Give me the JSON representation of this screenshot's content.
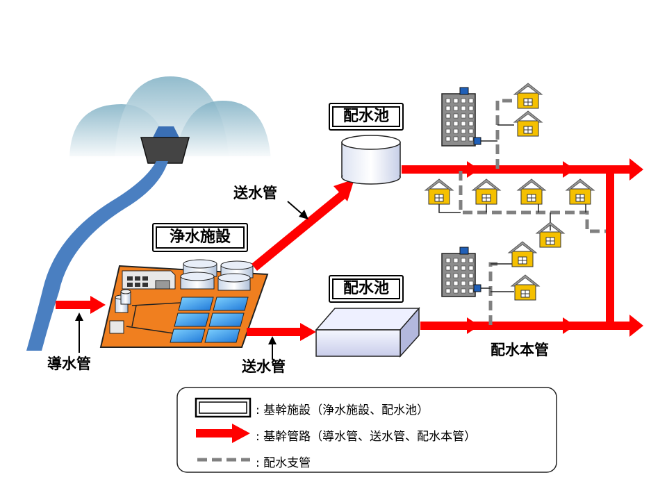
{
  "facilities": {
    "reservoir_top": "配水池",
    "treatment_plant": "浄水施設",
    "reservoir_bottom": "配水池"
  },
  "pipes": {
    "intake_pipe": "導水管",
    "transmission_pipe_upper": "送水管",
    "transmission_pipe_lower": "送水管",
    "distribution_main": "配水本管"
  },
  "legend": {
    "trunk_facility": ": 基幹施設（浄水施設、配水池）",
    "trunk_pipeline": ": 基幹管路（導水管、送水管、配水本管）",
    "branch_pipe": ": 配水支管"
  },
  "colors": {
    "trunk_pipe": "#ff0000",
    "branch_pipe": "#808080",
    "river": "#4a7fc1",
    "plant": "#f07f1f",
    "house_wall": "#f5c000",
    "house_roof": "#9a9a9a",
    "building": "#8c8c8c"
  }
}
